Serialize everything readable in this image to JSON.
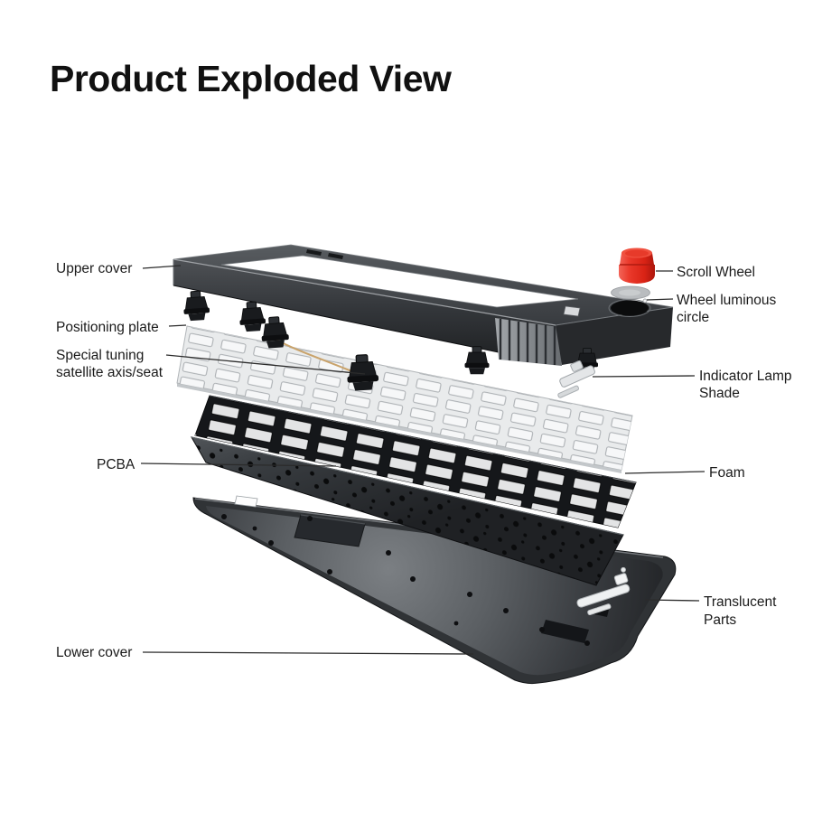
{
  "page": {
    "title": "Product Exploded View"
  },
  "callouts": {
    "upper_cover": {
      "label": "Upper cover"
    },
    "positioning_plate": {
      "label": "Positioning plate"
    },
    "special_tuning": {
      "line1": "Special tuning",
      "line2": "satellite axis/seat"
    },
    "pcba": {
      "label": "PCBA"
    },
    "lower_cover": {
      "label": "Lower cover"
    },
    "scroll_wheel": {
      "label": "Scroll Wheel"
    },
    "wheel_luminous_circle": {
      "line1": "Wheel luminous",
      "line2": "circle"
    },
    "indicator_lamp_shade": {
      "line1": "Indicator Lamp",
      "line2": "Shade"
    },
    "foam": {
      "label": "Foam"
    },
    "translucent_parts": {
      "line1": "Translucent",
      "line2": "Parts"
    }
  },
  "colors": {
    "background": "#ffffff",
    "title_text": "#111111",
    "label_text": "#1a1a1a",
    "leader_line": "#2b2b2b",
    "scroll_wheel_red": "#e8271c",
    "upper_cover_gray": "#3a3d41",
    "positioning_plate_light": "#e9ebec",
    "foam_black": "#15171a",
    "pcba_dark": "#34383c",
    "lower_cover_dark": "#303336"
  }
}
